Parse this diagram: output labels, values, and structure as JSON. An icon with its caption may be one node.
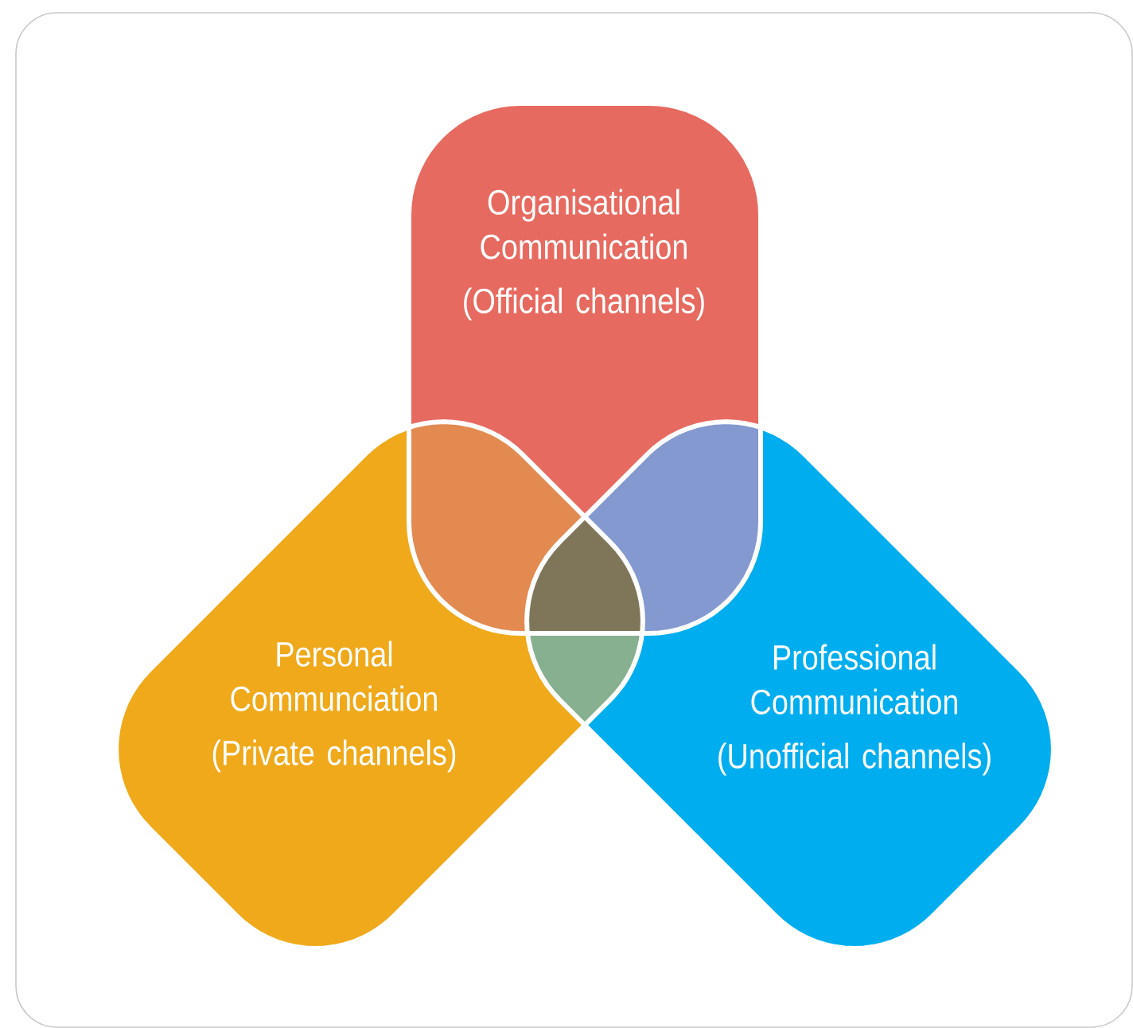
{
  "diagram": {
    "nodes": [
      {
        "text": [
          "Organisational Communication",
          "(Official channels)"
        ]
      },
      {
        "text": [
          "Personal Communciation",
          "(Private channels)"
        ]
      },
      {
        "text": [
          "Professional Communication",
          "(Unofficial channels)"
        ]
      }
    ]
  }
}
